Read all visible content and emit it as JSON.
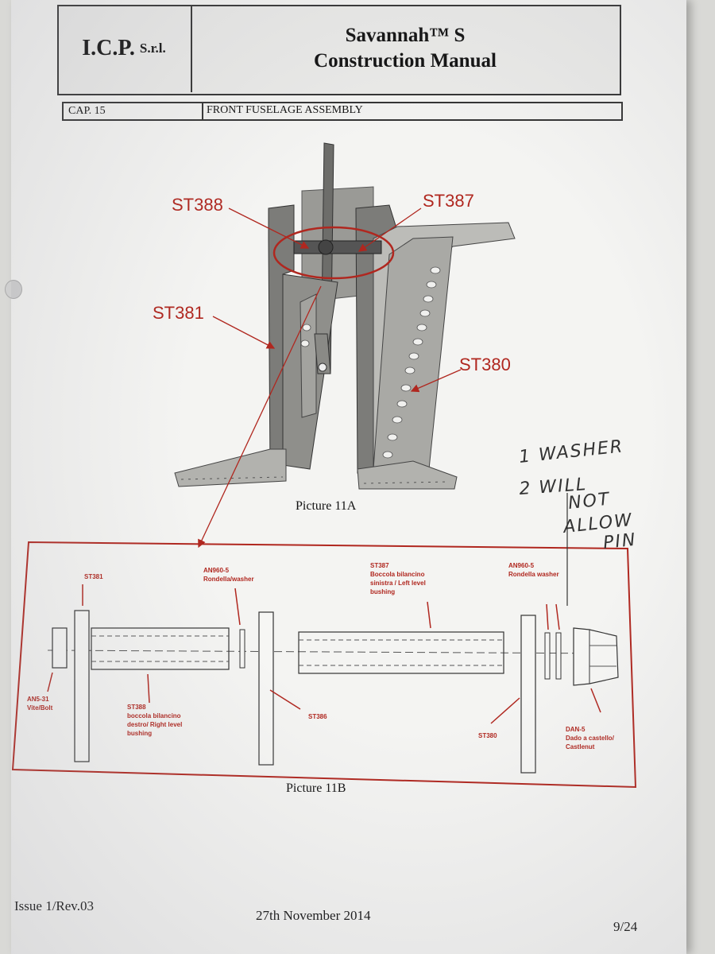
{
  "header": {
    "company": "I.C.P.",
    "company_suffix": "S.r.l.",
    "title_line1": "Savannah™ S",
    "title_line2": "Construction Manual"
  },
  "chapter": {
    "cap": "CAP. 15",
    "name": "FRONT FUSELAGE ASSEMBLY"
  },
  "picture_a": {
    "caption": "Picture 11A",
    "labels": {
      "st388": "ST388",
      "st387": "ST387",
      "st381": "ST381",
      "st380": "ST380"
    }
  },
  "picture_b": {
    "caption": "Picture 11B",
    "labels": {
      "st381": "ST381",
      "an960_top_1": "AN960-5",
      "an960_top_2": "Rondella/washer",
      "st387_1": "ST387",
      "st387_2": "Boccola bilancino",
      "st387_3": "sinistra / Left level",
      "st387_4": "bushing",
      "an960_right_1": "AN960-5",
      "an960_right_2": "Rondella washer",
      "an5_1": "AN5-31",
      "an5_2": "Vite/Bolt",
      "st388_1": "ST388",
      "st388_2": "boccola bilancino",
      "st388_3": "destro/ Right level",
      "st388_4": "bushing",
      "st386": "ST386",
      "st380": "ST380",
      "dan_1": "DAN-5",
      "dan_2": "Dado a castello/",
      "dan_3": "Castlenut"
    }
  },
  "handwritten_note": [
    "1 WASHER",
    "2 WILL",
    "NOT",
    "ALLOW",
    "PIN"
  ],
  "footer": {
    "issue": "Issue 1/Rev.03",
    "date": "27th November 2014",
    "page": "9/24"
  }
}
